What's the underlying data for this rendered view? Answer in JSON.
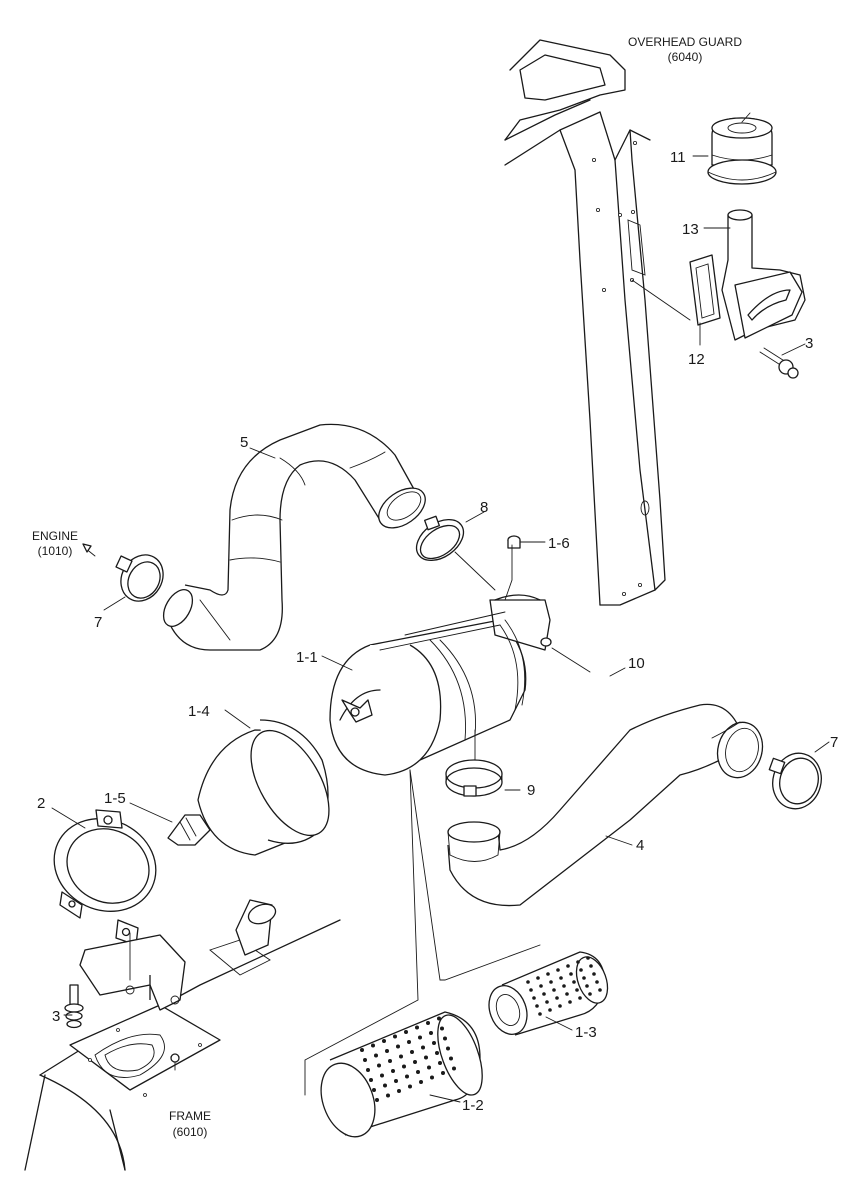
{
  "references": {
    "overhead_guard": {
      "title": "OVERHEAD GUARD",
      "code": "(6040)"
    },
    "engine": {
      "title": "ENGINE",
      "code": "(1010)"
    },
    "frame": {
      "title": "FRAME",
      "code": "(6010)"
    }
  },
  "callouts": {
    "c11": "11",
    "c13": "13",
    "c12": "12",
    "c3_top": "3",
    "c5": "5",
    "c8": "8",
    "c1_6": "1-6",
    "c7_left": "7",
    "c1_1": "1-1",
    "c10": "10",
    "c1_4": "1-4",
    "c7_right": "7",
    "c2": "2",
    "c1_5": "1-5",
    "c9": "9",
    "c4": "4",
    "c3_bottom": "3",
    "c1_3": "1-3",
    "c1_2": "1-2"
  }
}
